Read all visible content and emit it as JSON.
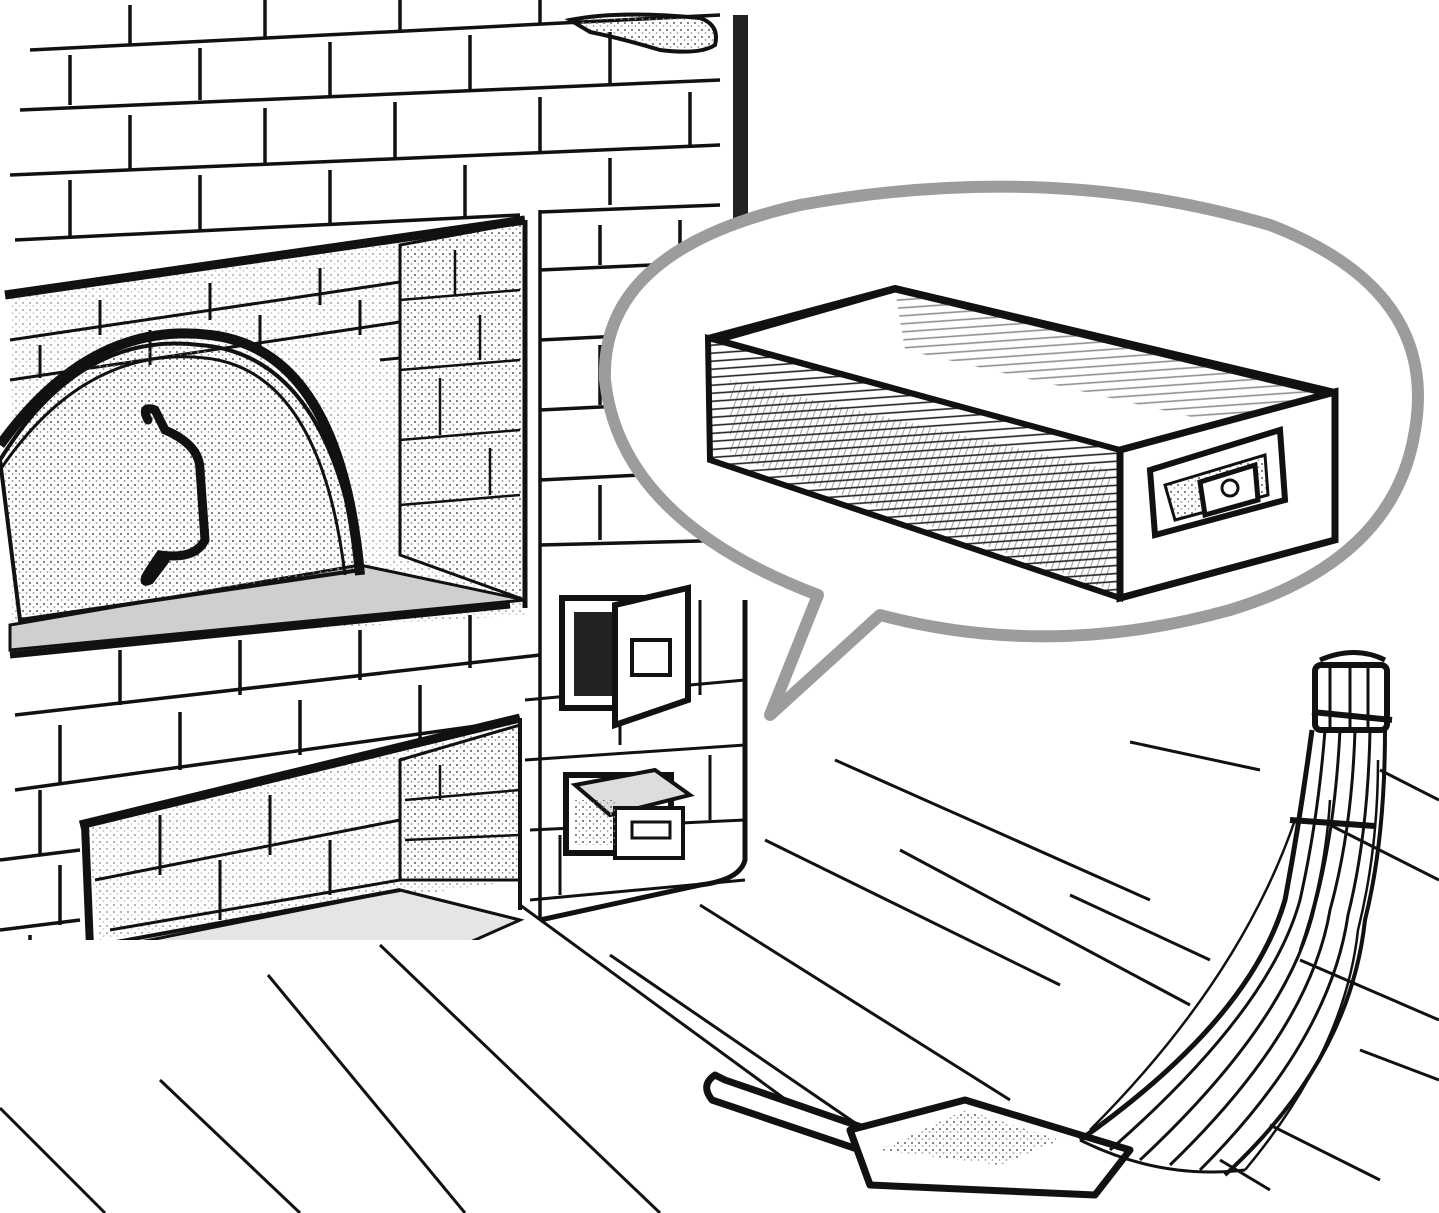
{
  "illustration": {
    "subject": [
      "russian-stove",
      "ash-drawer",
      "dustpan",
      "broom",
      "floorboards"
    ],
    "colors": {
      "ink": "#111111",
      "paper": "#ffffff",
      "shade_light": "#d9d9d9",
      "shade_mid": "#9a9a9a",
      "shade_dark": "#3a3a3a",
      "callout_outline": "#9c9c9c"
    }
  }
}
